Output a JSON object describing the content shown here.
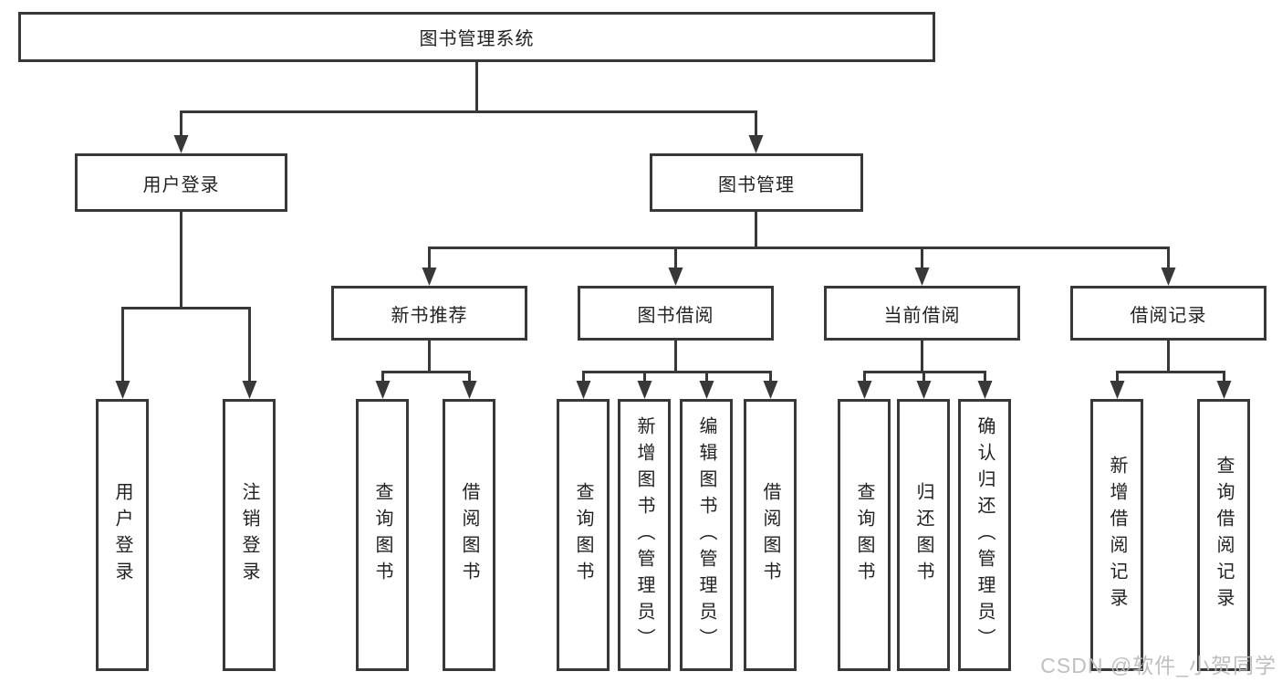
{
  "diagram": {
    "root": {
      "label": "图书管理系统"
    },
    "level2": {
      "user_login": "用户登录",
      "book_management": "图书管理"
    },
    "level3": {
      "new_book_recommend": "新书推荐",
      "book_borrow": "图书借阅",
      "current_borrow": "当前借阅",
      "borrow_record": "借阅记录"
    },
    "leaves": {
      "user_login_children": [
        "用户登录",
        "注销登录"
      ],
      "new_book_children": [
        "查询图书",
        "借阅图书"
      ],
      "book_borrow_children": [
        "查询图书",
        "新增图书（管理员）",
        "编辑图书（管理员）",
        "借阅图书"
      ],
      "current_borrow_children": [
        "查询图书",
        "归还图书",
        "确认归还（管理员）"
      ],
      "borrow_record_children": [
        "新增借阅记录",
        "查询借阅记录"
      ]
    },
    "colors": {
      "line": "#383838",
      "text": "#222222",
      "watermark": "#bababa"
    },
    "watermark": "CSDN @软件_小贺同学"
  }
}
